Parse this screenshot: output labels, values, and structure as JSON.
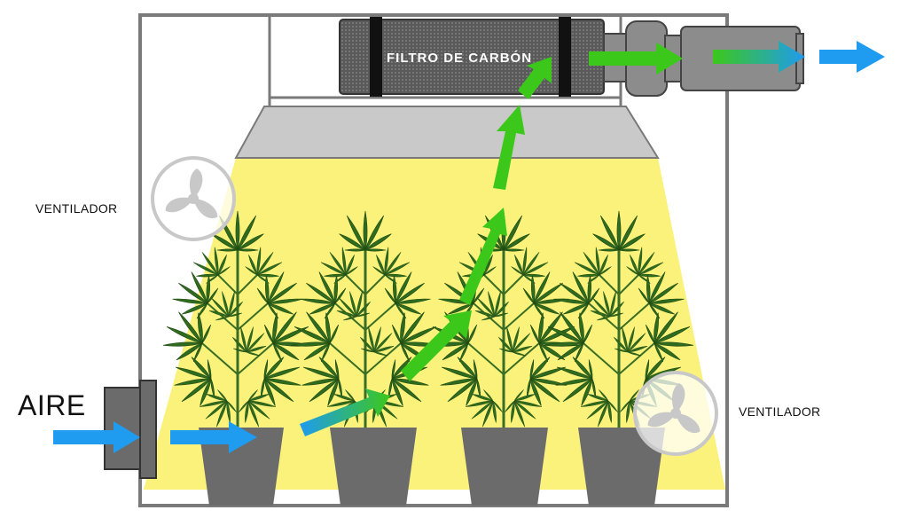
{
  "labels": {
    "filter": "FILTRO DE CARBÓN",
    "fan_left": "VENTILADOR",
    "fan_right": "VENTILADOR",
    "air_in": "AIRE"
  },
  "colors": {
    "tent_frame": "#7a7a7a",
    "light_cone": "#faf27a",
    "lamp_reflector": "#c9c9c9",
    "filter_body": "#5e5e5e",
    "pot": "#6b6b6b",
    "plant_leaf": "#2f6b1e",
    "fresh_air_arrow": "#1f9bf0",
    "exhaust_arrow": "#3cc81a",
    "fan": "#c8c8c8"
  },
  "icons": [
    "fan-icon",
    "cannabis-plant-icon",
    "carbon-filter-icon",
    "extractor-fan-icon",
    "intake-duct-icon"
  ]
}
